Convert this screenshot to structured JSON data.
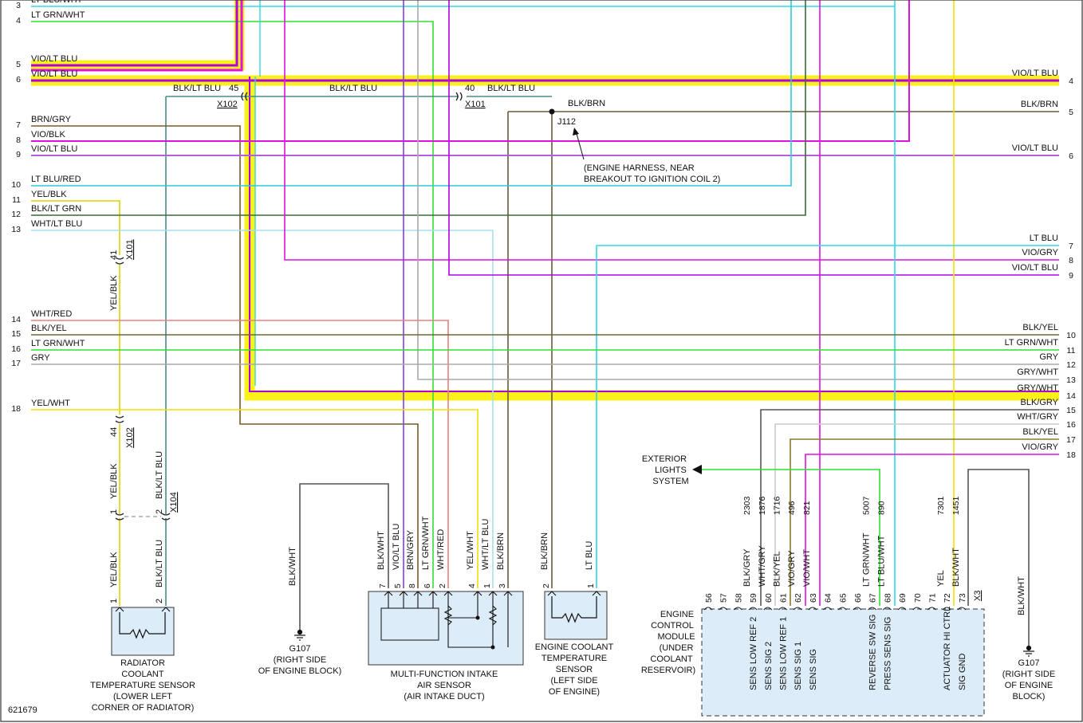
{
  "diagram_id": "621679",
  "left_wires": [
    {
      "num": "3",
      "label": "LT BLU/WHT"
    },
    {
      "num": "4",
      "label": "LT GRN/WHT"
    },
    {
      "num": "5",
      "label": "VIO/LT BLU"
    },
    {
      "num": "6",
      "label": "VIO/LT BLU"
    },
    {
      "num": "7",
      "label": "BRN/GRY"
    },
    {
      "num": "8",
      "label": "VIO/BLK"
    },
    {
      "num": "9",
      "label": "VIO/LT BLU"
    },
    {
      "num": "10",
      "label": "LT BLU/RED"
    },
    {
      "num": "11",
      "label": "YEL/BLK"
    },
    {
      "num": "12",
      "label": "BLK/LT GRN"
    },
    {
      "num": "13",
      "label": "WHT/LT BLU"
    },
    {
      "num": "14",
      "label": "WHT/RED"
    },
    {
      "num": "15",
      "label": "BLK/YEL"
    },
    {
      "num": "16",
      "label": "LT GRN/WHT"
    },
    {
      "num": "17",
      "label": "GRY"
    },
    {
      "num": "18",
      "label": "YEL/WHT"
    }
  ],
  "right_wires": [
    {
      "num": "4",
      "label": "VIO/LT BLU"
    },
    {
      "num": "5",
      "label": "BLK/BRN"
    },
    {
      "num": "6",
      "label": "VIO/LT BLU"
    },
    {
      "num": "7",
      "label": "LT BLU"
    },
    {
      "num": "8",
      "label": "VIO/GRY"
    },
    {
      "num": "9",
      "label": "VIO/LT BLU"
    },
    {
      "num": "10",
      "label": "BLK/YEL"
    },
    {
      "num": "11",
      "label": "LT GRN/WHT"
    },
    {
      "num": "12",
      "label": "GRY"
    },
    {
      "num": "13",
      "label": "GRY/WHT"
    },
    {
      "num": "14",
      "label": "GRY/WHT"
    },
    {
      "num": "15",
      "label": "BLK/GRY"
    },
    {
      "num": "16",
      "label": "WHT/GRY"
    },
    {
      "num": "17",
      "label": "BLK/YEL"
    },
    {
      "num": "18",
      "label": "VIO/GRY"
    }
  ],
  "connectors": {
    "x102_top": {
      "pin": "45",
      "name": "X102",
      "wire": "BLK/LT BLU"
    },
    "x101_top": {
      "pin": "40",
      "name": "X101",
      "wire": "BLK/LT BLU"
    },
    "mid_wire": "BLK/LT BLU",
    "splice": "J112",
    "splice_wire": "BLK/BRN",
    "splice_note_1": "(ENGINE HARNESS, NEAR",
    "splice_note_2": "BREAKOUT TO IGNITION COIL 2)",
    "x101_left": {
      "pin": "41",
      "name": "X101",
      "wire": "YEL/BLK"
    },
    "x102_left": {
      "pin": "44",
      "name": "X102",
      "wire_a": "YEL/BLK",
      "wire_b": "BLK/LT BLU"
    },
    "x104": {
      "pin_a": "1",
      "pin_b": "2",
      "name": "X104",
      "wire_a": "YEL/BLK",
      "wire_b": "BLK/LT BLU"
    }
  },
  "radiator_sensor": {
    "pins": [
      "1",
      "2"
    ],
    "wires": [
      "YEL/BLK",
      "BLK/LT BLU"
    ],
    "lines": [
      "RADIATOR",
      "COOLANT",
      "TEMPERATURE SENSOR",
      "(LOWER LEFT",
      "CORNER OF RADIATOR)"
    ]
  },
  "ground_left": {
    "wire": "BLK/WHT",
    "name": "G107",
    "lines": [
      "(RIGHT SIDE",
      "OF ENGINE BLOCK)"
    ]
  },
  "mfi_sensor": {
    "pins": [
      {
        "num": "7",
        "wire": "BLK/WHT"
      },
      {
        "num": "5",
        "wire": "VIO/LT BLU"
      },
      {
        "num": "8",
        "wire": "BRN/GRY"
      },
      {
        "num": "6",
        "wire": "LT GRN/WHT"
      },
      {
        "num": "2",
        "wire": "WHT/RED"
      },
      {
        "num": "4",
        "wire": "YEL/WHT"
      },
      {
        "num": "1",
        "wire": "WHT/LT BLU"
      },
      {
        "num": "3",
        "wire": "BLK/BRN"
      }
    ],
    "lines": [
      "MULTI-FUNCTION INTAKE",
      "AIR SENSOR",
      "(AIR INTAKE DUCT)"
    ]
  },
  "ect_sensor": {
    "pins": [
      {
        "num": "2",
        "wire": "BLK/BRN"
      },
      {
        "num": "1",
        "wire": "LT BLU"
      }
    ],
    "lines": [
      "ENGINE COOLANT",
      "TEMPERATURE",
      "SENSOR",
      "(LEFT SIDE",
      "OF ENGINE)"
    ]
  },
  "exterior": {
    "lines": [
      "EXTERIOR",
      "LIGHTS",
      "SYSTEM"
    ]
  },
  "ecm": {
    "lines": [
      "ENGINE",
      "CONTROL",
      "MODULE",
      "(UNDER",
      "COOLANT",
      "RESERVOIR)"
    ],
    "pins": [
      "56",
      "57",
      "58",
      "59",
      "60",
      "61",
      "62",
      "63",
      "64",
      "65",
      "66",
      "67",
      "68",
      "69",
      "70",
      "71",
      "72",
      "73"
    ],
    "connector": "X3",
    "circuits": [
      {
        "pin": "59",
        "ckt": "2303",
        "wire": "BLK/GRY",
        "func": "SENS LOW REF 2"
      },
      {
        "pin": "60",
        "ckt": "1876",
        "wire": "WHT/GRY",
        "func": "SENS SIG 2"
      },
      {
        "pin": "61",
        "ckt": "1716",
        "wire": "BLK/YEL",
        "func": "SENS LOW REF 1"
      },
      {
        "pin": "62",
        "ckt": "496",
        "wire": "VIO/GRY",
        "func": "SENS SIG 1"
      },
      {
        "pin": "63",
        "ckt": "821",
        "wire": "VIO/WHT",
        "func": "SENS SIG"
      },
      {
        "pin": "67",
        "ckt": "5007",
        "wire": "LT GRN/WHT",
        "func": "REVERSE SW SIG"
      },
      {
        "pin": "68",
        "ckt": "890",
        "wire": "LT BLU/WHT",
        "func": "PRESS SENS SIG"
      },
      {
        "pin": "72",
        "ckt": "7301",
        "wire": "YEL",
        "func": "ACTUATOR HI CTRL"
      },
      {
        "pin": "73",
        "ckt": "1451",
        "wire": "BLK/WHT",
        "func": "SIG GND"
      }
    ]
  },
  "ground_right": {
    "wire": "BLK/WHT",
    "name": "G107",
    "lines": [
      "(RIGHT SIDE",
      "OF ENGINE",
      "BLOCK)"
    ]
  },
  "colors": {
    "violet": "#b000e0",
    "magenta": "#e010e0",
    "yellow": "#f0e000",
    "cyan": "#30d8e8",
    "green": "#30e030",
    "brown": "#7a5a28",
    "gray": "#aaaaaa",
    "teal": "#4a8a8a",
    "pink": "#e88080",
    "dark_green": "#3a6a3a",
    "black": "#222222",
    "box_fill": "#dcecf8"
  }
}
